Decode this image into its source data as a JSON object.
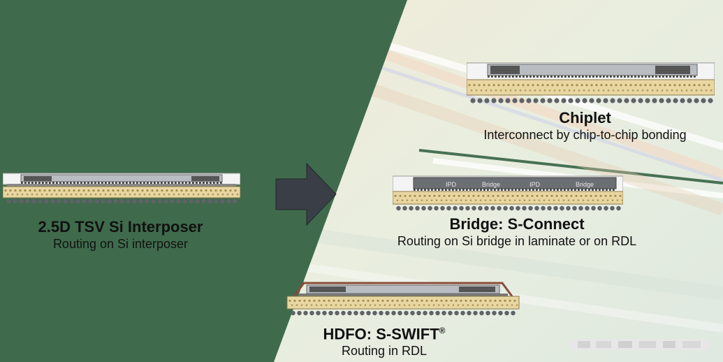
{
  "colors": {
    "dark_green": "#3f6b4c",
    "arrow": "#3a3f47",
    "substrate": "#e8d7a2",
    "bump": "#5f6368",
    "die": "#b9bdc2"
  },
  "packages": {
    "tsv": {
      "title": "2.5D TSV Si Interposer",
      "subtitle": "Routing on Si interposer"
    },
    "chiplet": {
      "title": "Chiplet",
      "subtitle": "Interconnect by chip-to-chip bonding"
    },
    "bridge": {
      "title": "Bridge: S-Connect",
      "subtitle": "Routing on Si bridge in laminate or on RDL",
      "labels": [
        "IPD",
        "Bridge",
        "IPD",
        "Bridge"
      ]
    },
    "hdfo": {
      "title": "HDFO: S-SWIFT",
      "trademark": "®",
      "subtitle": "Routing in RDL"
    }
  },
  "arrow_icon": "right-arrow-icon"
}
